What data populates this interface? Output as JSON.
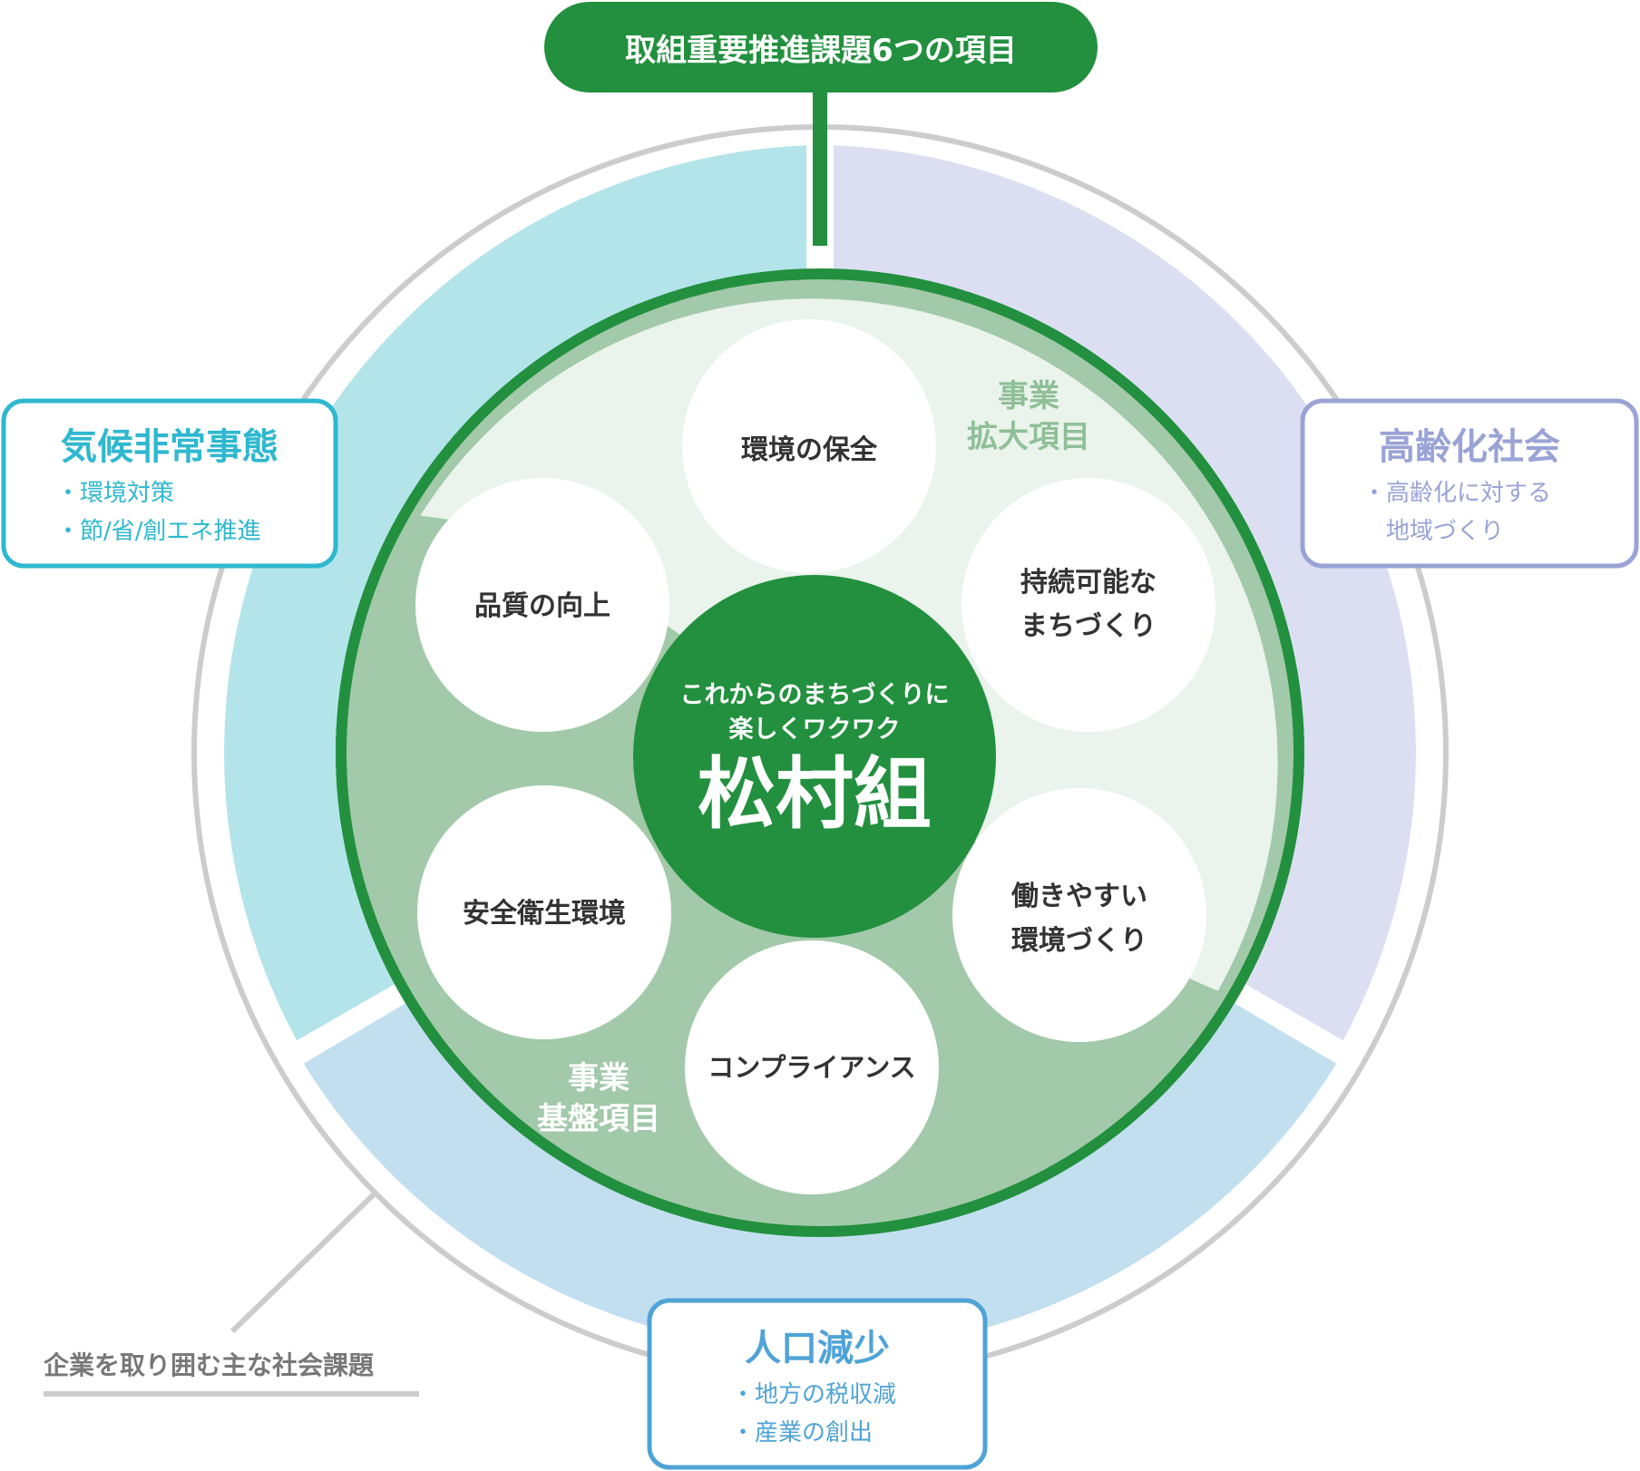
{
  "header": {
    "title": "取組重要推進課題6つの項目"
  },
  "center": {
    "tagline_line1": "これからのまちづくりに",
    "tagline_line2": "楽しくワクワク",
    "name": "松村組"
  },
  "zones": {
    "expansion": {
      "line1": "事業",
      "line2": "拡大項目"
    },
    "foundation": {
      "line1": "事業",
      "line2": "基盤項目"
    }
  },
  "items": [
    {
      "lines": [
        "環境の保全"
      ]
    },
    {
      "lines": [
        "持続可能な",
        "まちづくり"
      ]
    },
    {
      "lines": [
        "働きやすい",
        "環境づくり"
      ]
    },
    {
      "lines": [
        "コンプライアンス"
      ]
    },
    {
      "lines": [
        "安全衛生環境"
      ]
    },
    {
      "lines": [
        "品質の向上"
      ]
    }
  ],
  "issues": {
    "climate": {
      "title": "気候非常事態",
      "bullets": [
        "・環境対策",
        "・節/省/創エネ推進"
      ]
    },
    "aging": {
      "title": "高齢化社会",
      "bullets": [
        "・高齢化に対する",
        "　地域づくり"
      ]
    },
    "population": {
      "title": "人口減少",
      "bullets": [
        "・地方の税収減",
        "・産業の創出"
      ]
    }
  },
  "caption": "企業を取り囲む主な社会課題",
  "colors": {
    "green_dark": "#22903e",
    "green_mid": "#a2c9a9",
    "green_light": "#eaf3ec",
    "cyan_sector": "#b3e4ea",
    "cyan_accent": "#2fb8cf",
    "lavender_sector": "#dcdff2",
    "lavender_accent": "#9aa3d6",
    "blue_sector": "#c2dff0",
    "blue_accent": "#4fa3d6",
    "gray_text": "#777777",
    "ring_gray": "#cccccc"
  }
}
